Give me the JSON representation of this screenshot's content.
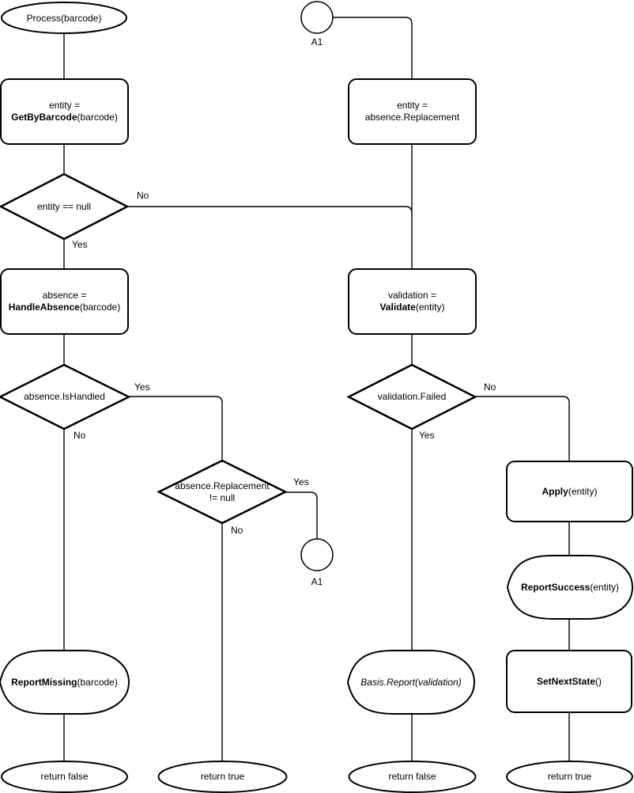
{
  "diagram": {
    "background_color": "#ffffff",
    "stroke_color": "#000000",
    "nodes": {
      "start": {
        "label": "Process(barcode)"
      },
      "connector_a1_top": {
        "label": "A1"
      },
      "connector_a1_mid": {
        "label": "A1"
      },
      "get_by_barcode": {
        "line1": "entity =",
        "fn": "GetByBarcode",
        "args": "(barcode)"
      },
      "entity_replacement": {
        "line1": "entity =",
        "line2": "absence.Replacement"
      },
      "entity_null_check": {
        "label": "entity == null"
      },
      "handle_absence": {
        "line1": "absence =",
        "fn": "HandleAbsence",
        "args": "(barcode)"
      },
      "validate": {
        "line1": "validation =",
        "fn": "Validate",
        "args": "(entity)"
      },
      "is_handled_check": {
        "label": "absence.IsHandled"
      },
      "validation_failed_check": {
        "label": "validation.Failed"
      },
      "replacement_null_check": {
        "line1": "absence.Replacement",
        "line2": "!= null"
      },
      "apply": {
        "fn": "Apply",
        "args": "(entity)"
      },
      "report_success": {
        "fn": "ReportSuccess",
        "args": "(entity)"
      },
      "report_missing": {
        "fn": "ReportMissing",
        "args": "(barcode)"
      },
      "basis_report": {
        "label": "Basis.Report(validation)"
      },
      "set_next_state": {
        "fn": "SetNextState",
        "args": "()"
      },
      "return_false_left": {
        "label": "return false"
      },
      "return_true_mid": {
        "label": "return true"
      },
      "return_false_right": {
        "label": "return false"
      },
      "return_true_right": {
        "label": "return true"
      }
    },
    "edge_labels": {
      "entity_null_no": "No",
      "entity_null_yes": "Yes",
      "is_handled_yes": "Yes",
      "is_handled_no": "No",
      "replacement_yes": "Yes",
      "replacement_no": "No",
      "validation_failed_no": "No",
      "validation_failed_yes": "Yes"
    }
  }
}
